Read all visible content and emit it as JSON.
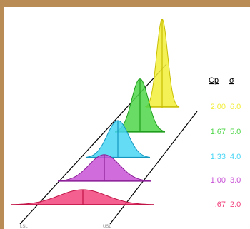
{
  "header": {
    "cp_label": "Cp",
    "sigma_label": "σ"
  },
  "rows": [
    {
      "cp": "2.00",
      "sigma": "6.0",
      "color": "#f2ee3a",
      "stroke": "#c9bf00",
      "height_rel": 1.0,
      "width_rel": 0.23
    },
    {
      "cp": "1.67",
      "sigma": "5.0",
      "color": "#4fd64a",
      "stroke": "#1f9e1c",
      "height_rel": 0.6,
      "width_rel": 0.35
    },
    {
      "cp": "1.33",
      "sigma": "4.0",
      "color": "#49d6f5",
      "stroke": "#1596c0",
      "height_rel": 0.42,
      "width_rel": 0.45
    },
    {
      "cp": "1.00",
      "sigma": "3.0",
      "color": "#c952d6",
      "stroke": "#8a1f96",
      "height_rel": 0.3,
      "width_rel": 0.65
    },
    {
      "cp": ".67",
      "sigma": "2.0",
      "color": "#f2457e",
      "stroke": "#c01245",
      "height_rel": 0.17,
      "width_rel": 1.0
    }
  ],
  "axis": {
    "left_tick": "LSL",
    "right_tick": "USL"
  }
}
